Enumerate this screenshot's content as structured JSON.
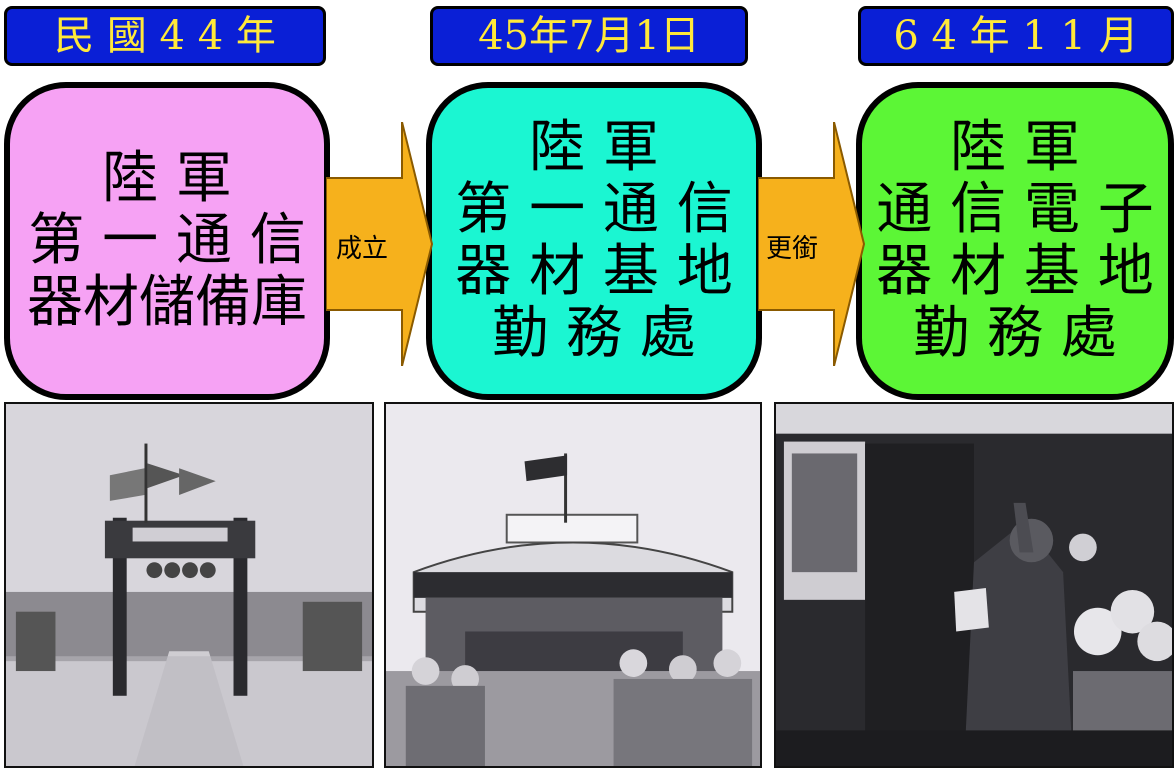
{
  "colors": {
    "tag_bg": "#0a1fd6",
    "tag_text": "#ffe93a",
    "box1": "#f6a2f4",
    "box2": "#1bf6d2",
    "box3": "#5cf636",
    "arrow": "#f6b11c"
  },
  "stages": [
    {
      "date": "民 國 4 4 年",
      "lines": [
        "陸 軍",
        "第 一 通 信",
        "器材儲備庫"
      ]
    },
    {
      "date": "45年7月1日",
      "lines": [
        "陸 軍",
        "第 一 通 信",
        "器 材 基 地",
        "勤  務  處"
      ]
    },
    {
      "date": "6 4 年 1 1 月",
      "lines": [
        "陸 軍",
        "通 信 電 子",
        "器 材 基 地",
        "勤  務  處"
      ]
    }
  ],
  "transitions": [
    {
      "label": "成立"
    },
    {
      "label": "更銜"
    }
  ],
  "photos": [
    {
      "subject": "gate-archway-with-flags-photo"
    },
    {
      "subject": "ceremony-stage-with-soldiers-photo"
    },
    {
      "subject": "officer-swearing-oath-photo"
    }
  ]
}
